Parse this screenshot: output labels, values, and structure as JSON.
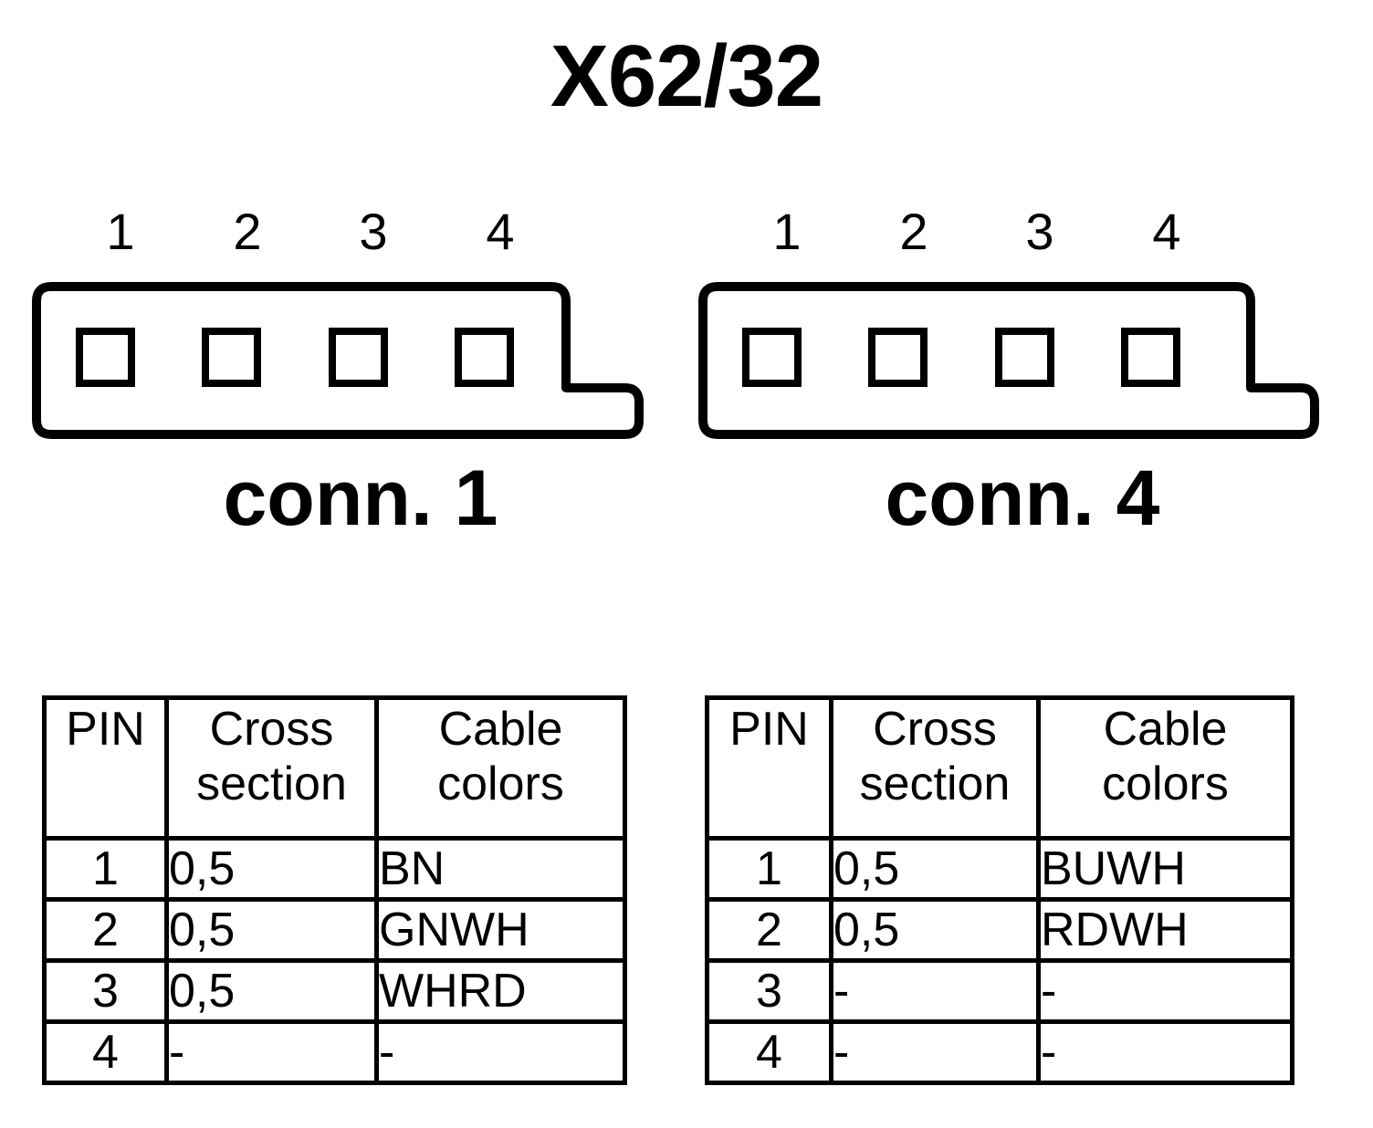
{
  "title": "X62/32",
  "connectors": [
    {
      "id": "conn1",
      "label": "conn. 4",
      "pin_numbers": [
        "1",
        "2",
        "3",
        "4"
      ]
    }
  ],
  "diagram": {
    "title": "X62/32",
    "connector_left": {
      "label": "conn. 1",
      "pin_numbers": [
        "1",
        "2",
        "3",
        "4"
      ],
      "pin_count": 4
    },
    "connector_right": {
      "label": "conn. 4",
      "pin_numbers": [
        "1",
        "2",
        "3",
        "4"
      ],
      "pin_count": 4
    }
  },
  "table_left": {
    "headers": {
      "pin": "PIN",
      "cross_line1": "Cross",
      "cross_line2": "section",
      "color_line1": "Cable",
      "color_line2": "colors"
    },
    "rows": [
      {
        "pin": "1",
        "cross_section": "0,5",
        "cable_colors": "BN"
      },
      {
        "pin": "2",
        "cross_section": "0,5",
        "cable_colors": "GNWH"
      },
      {
        "pin": "3",
        "cross_section": "0,5",
        "cable_colors": "WHRD"
      },
      {
        "pin": "4",
        "cross_section": "-",
        "cable_colors": "-"
      }
    ]
  },
  "table_right": {
    "headers": {
      "pin": "PIN",
      "cross_line1": "Cross",
      "cross_line2": "section",
      "color_line1": "Cable",
      "color_line2": "colors"
    },
    "rows": [
      {
        "pin": "1",
        "cross_section": "0,5",
        "cable_colors": "BUWH"
      },
      {
        "pin": "2",
        "cross_section": "0,5",
        "cable_colors": "RDWH"
      },
      {
        "pin": "3",
        "cross_section": "-",
        "cable_colors": "-"
      },
      {
        "pin": "4",
        "cross_section": "-",
        "cable_colors": "-"
      }
    ]
  },
  "colors": {
    "line": "#000000",
    "background": "#ffffff"
  }
}
